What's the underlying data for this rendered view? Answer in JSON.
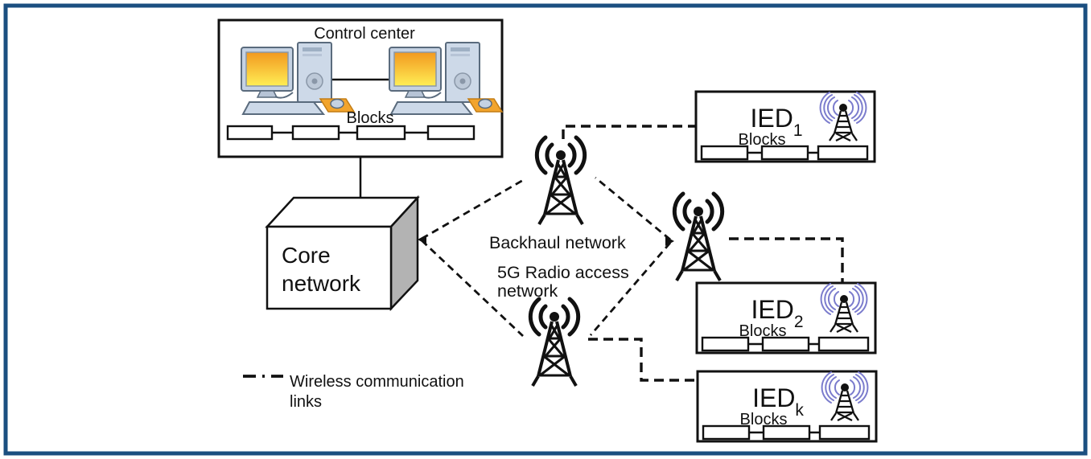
{
  "figure": {
    "border_color": "#1b4f80",
    "background": "#ffffff",
    "line_color": "#111111",
    "core_box_side_color": "#b3b3b3",
    "antenna_wave_color": "#7b7ccd",
    "screen_gradient_top": "#f2991f",
    "screen_gradient_bottom": "#ffee55"
  },
  "icons": {
    "computer": "desktop-computer-icon",
    "cell_tower": "cell-tower-icon",
    "ied_antenna": "wireless-antenna-icon",
    "legend_dash": "dashed-line-sample"
  },
  "control_center": {
    "title": "Control center",
    "blocks_label": "Blocks"
  },
  "core_network": {
    "line1": "Core",
    "line2": "network"
  },
  "labels": {
    "backhaul": "Backhaul network",
    "radio_access_1": "5G Radio access",
    "radio_access_2": "network"
  },
  "ieds": [
    {
      "base": "IED",
      "sub": "1",
      "blocks_label": "Blocks"
    },
    {
      "base": "IED",
      "sub": "2",
      "blocks_label": "Blocks"
    },
    {
      "base": "IED",
      "sub": "k",
      "blocks_label": "Blocks"
    }
  ],
  "legend": {
    "line1": "Wireless communication",
    "line2": "links"
  }
}
